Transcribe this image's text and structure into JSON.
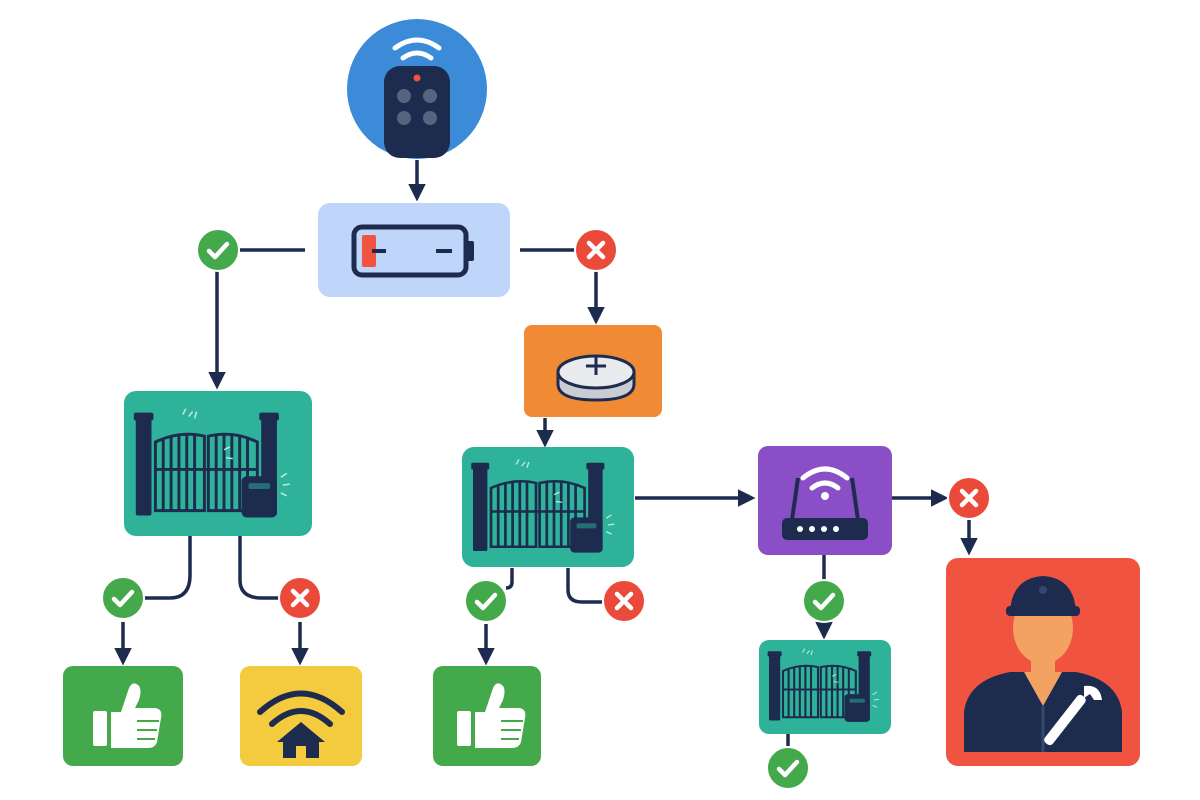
{
  "nodes": [
    {
      "id": "remote-control",
      "icon": "remote-control-icon",
      "color": "#3B8BD9"
    },
    {
      "id": "battery-check",
      "icon": "low-battery-icon",
      "color": "#BFD6FA"
    },
    {
      "id": "replace-battery",
      "icon": "coin-battery-icon",
      "color": "#F08A35"
    },
    {
      "id": "gate-test-1",
      "icon": "gate-motor-icon",
      "color": "#2EB39A"
    },
    {
      "id": "gate-test-2",
      "icon": "gate-motor-icon",
      "color": "#2EB39A"
    },
    {
      "id": "gate-test-3",
      "icon": "gate-motor-icon",
      "color": "#2EB39A"
    },
    {
      "id": "check-receiver",
      "icon": "wifi-router-icon",
      "color": "#8A4FC6"
    },
    {
      "id": "fixed-1",
      "icon": "thumbs-up-icon",
      "color": "#43A94A"
    },
    {
      "id": "fixed-2",
      "icon": "thumbs-up-icon",
      "color": "#43A94A"
    },
    {
      "id": "interference",
      "icon": "wifi-home-icon",
      "color": "#F4CB3F"
    },
    {
      "id": "call-technician",
      "icon": "technician-icon",
      "color": "#F0533F"
    }
  ],
  "outcomes": {
    "yes": {
      "icon": "check-icon",
      "color": "#43A94A"
    },
    "no": {
      "icon": "cross-icon",
      "color": "#EB4A3B"
    }
  },
  "colors": {
    "connector": "#1D2B4F",
    "dark": "#1D2B4F"
  }
}
